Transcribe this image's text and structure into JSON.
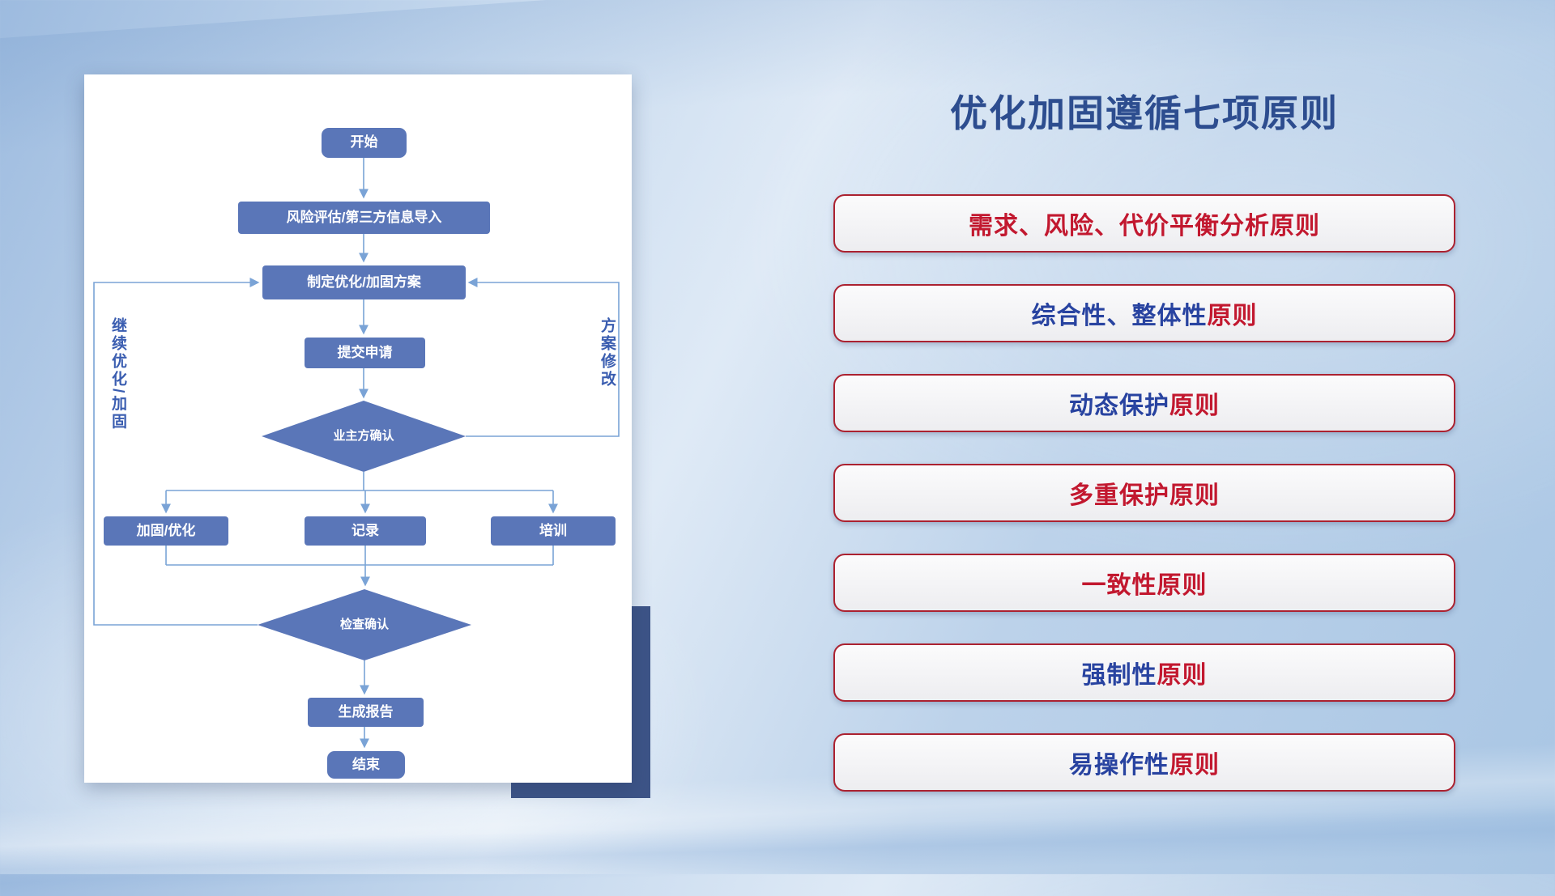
{
  "colors": {
    "node_fill": "#5a76b8",
    "line": "#7aa3d6",
    "label_blue": "#3a5db0",
    "title_blue": "#2d4d8f",
    "principle_border": "#ab2130",
    "principle_blue": "#2843a0",
    "principle_red": "#c2182f",
    "accent_rect": "#3d5487"
  },
  "title": "优化加固遵循七项原则",
  "flowchart": {
    "nodes": {
      "start": "开始",
      "risk_import": "风险评估/第三方信息导入",
      "make_plan": "制定优化/加固方案",
      "submit": "提交申请",
      "owner_confirm": "业主方确认",
      "harden_optimize": "加固/优化",
      "record": "记录",
      "training": "培训",
      "check_confirm": "检查确认",
      "gen_report": "生成报告",
      "end": "结束"
    },
    "edge_labels": {
      "continue": "继续优化/加固",
      "revise": "方案修改"
    }
  },
  "principles": [
    {
      "segments": [
        {
          "text": "需求、风险、代价平衡分析原则",
          "color": "red"
        }
      ]
    },
    {
      "segments": [
        {
          "text": "综合性、整体性",
          "color": "blue"
        },
        {
          "text": "原则",
          "color": "red"
        }
      ]
    },
    {
      "segments": [
        {
          "text": "动态保护",
          "color": "blue"
        },
        {
          "text": "原则",
          "color": "red"
        }
      ]
    },
    {
      "segments": [
        {
          "text": "多重保护原则",
          "color": "red"
        }
      ]
    },
    {
      "segments": [
        {
          "text": "一致性原则",
          "color": "red"
        }
      ]
    },
    {
      "segments": [
        {
          "text": "强制性",
          "color": "blue"
        },
        {
          "text": "原则",
          "color": "red"
        }
      ]
    },
    {
      "segments": [
        {
          "text": "易操作性",
          "color": "blue"
        },
        {
          "text": "原则",
          "color": "red"
        }
      ]
    }
  ]
}
